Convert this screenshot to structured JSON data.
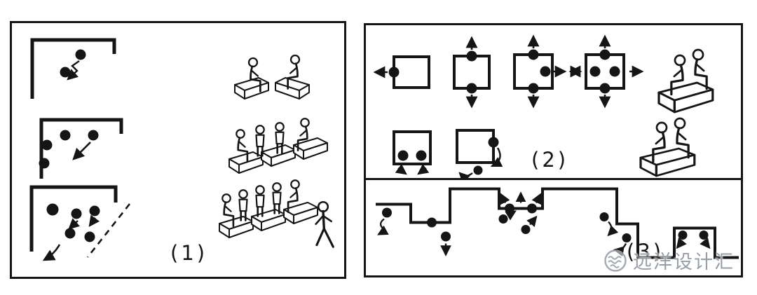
{
  "figure": {
    "background": "#ffffff",
    "ink_color": "#151515",
    "watermark_color": "#989ea6"
  },
  "panels": {
    "p1": {
      "label": "(1)"
    },
    "p2": {
      "label": "(2)"
    },
    "p3": {
      "label": "(3)"
    }
  },
  "watermark": {
    "text": "远洋设计汇",
    "logo": "ocean-waves-circle-icon"
  }
}
